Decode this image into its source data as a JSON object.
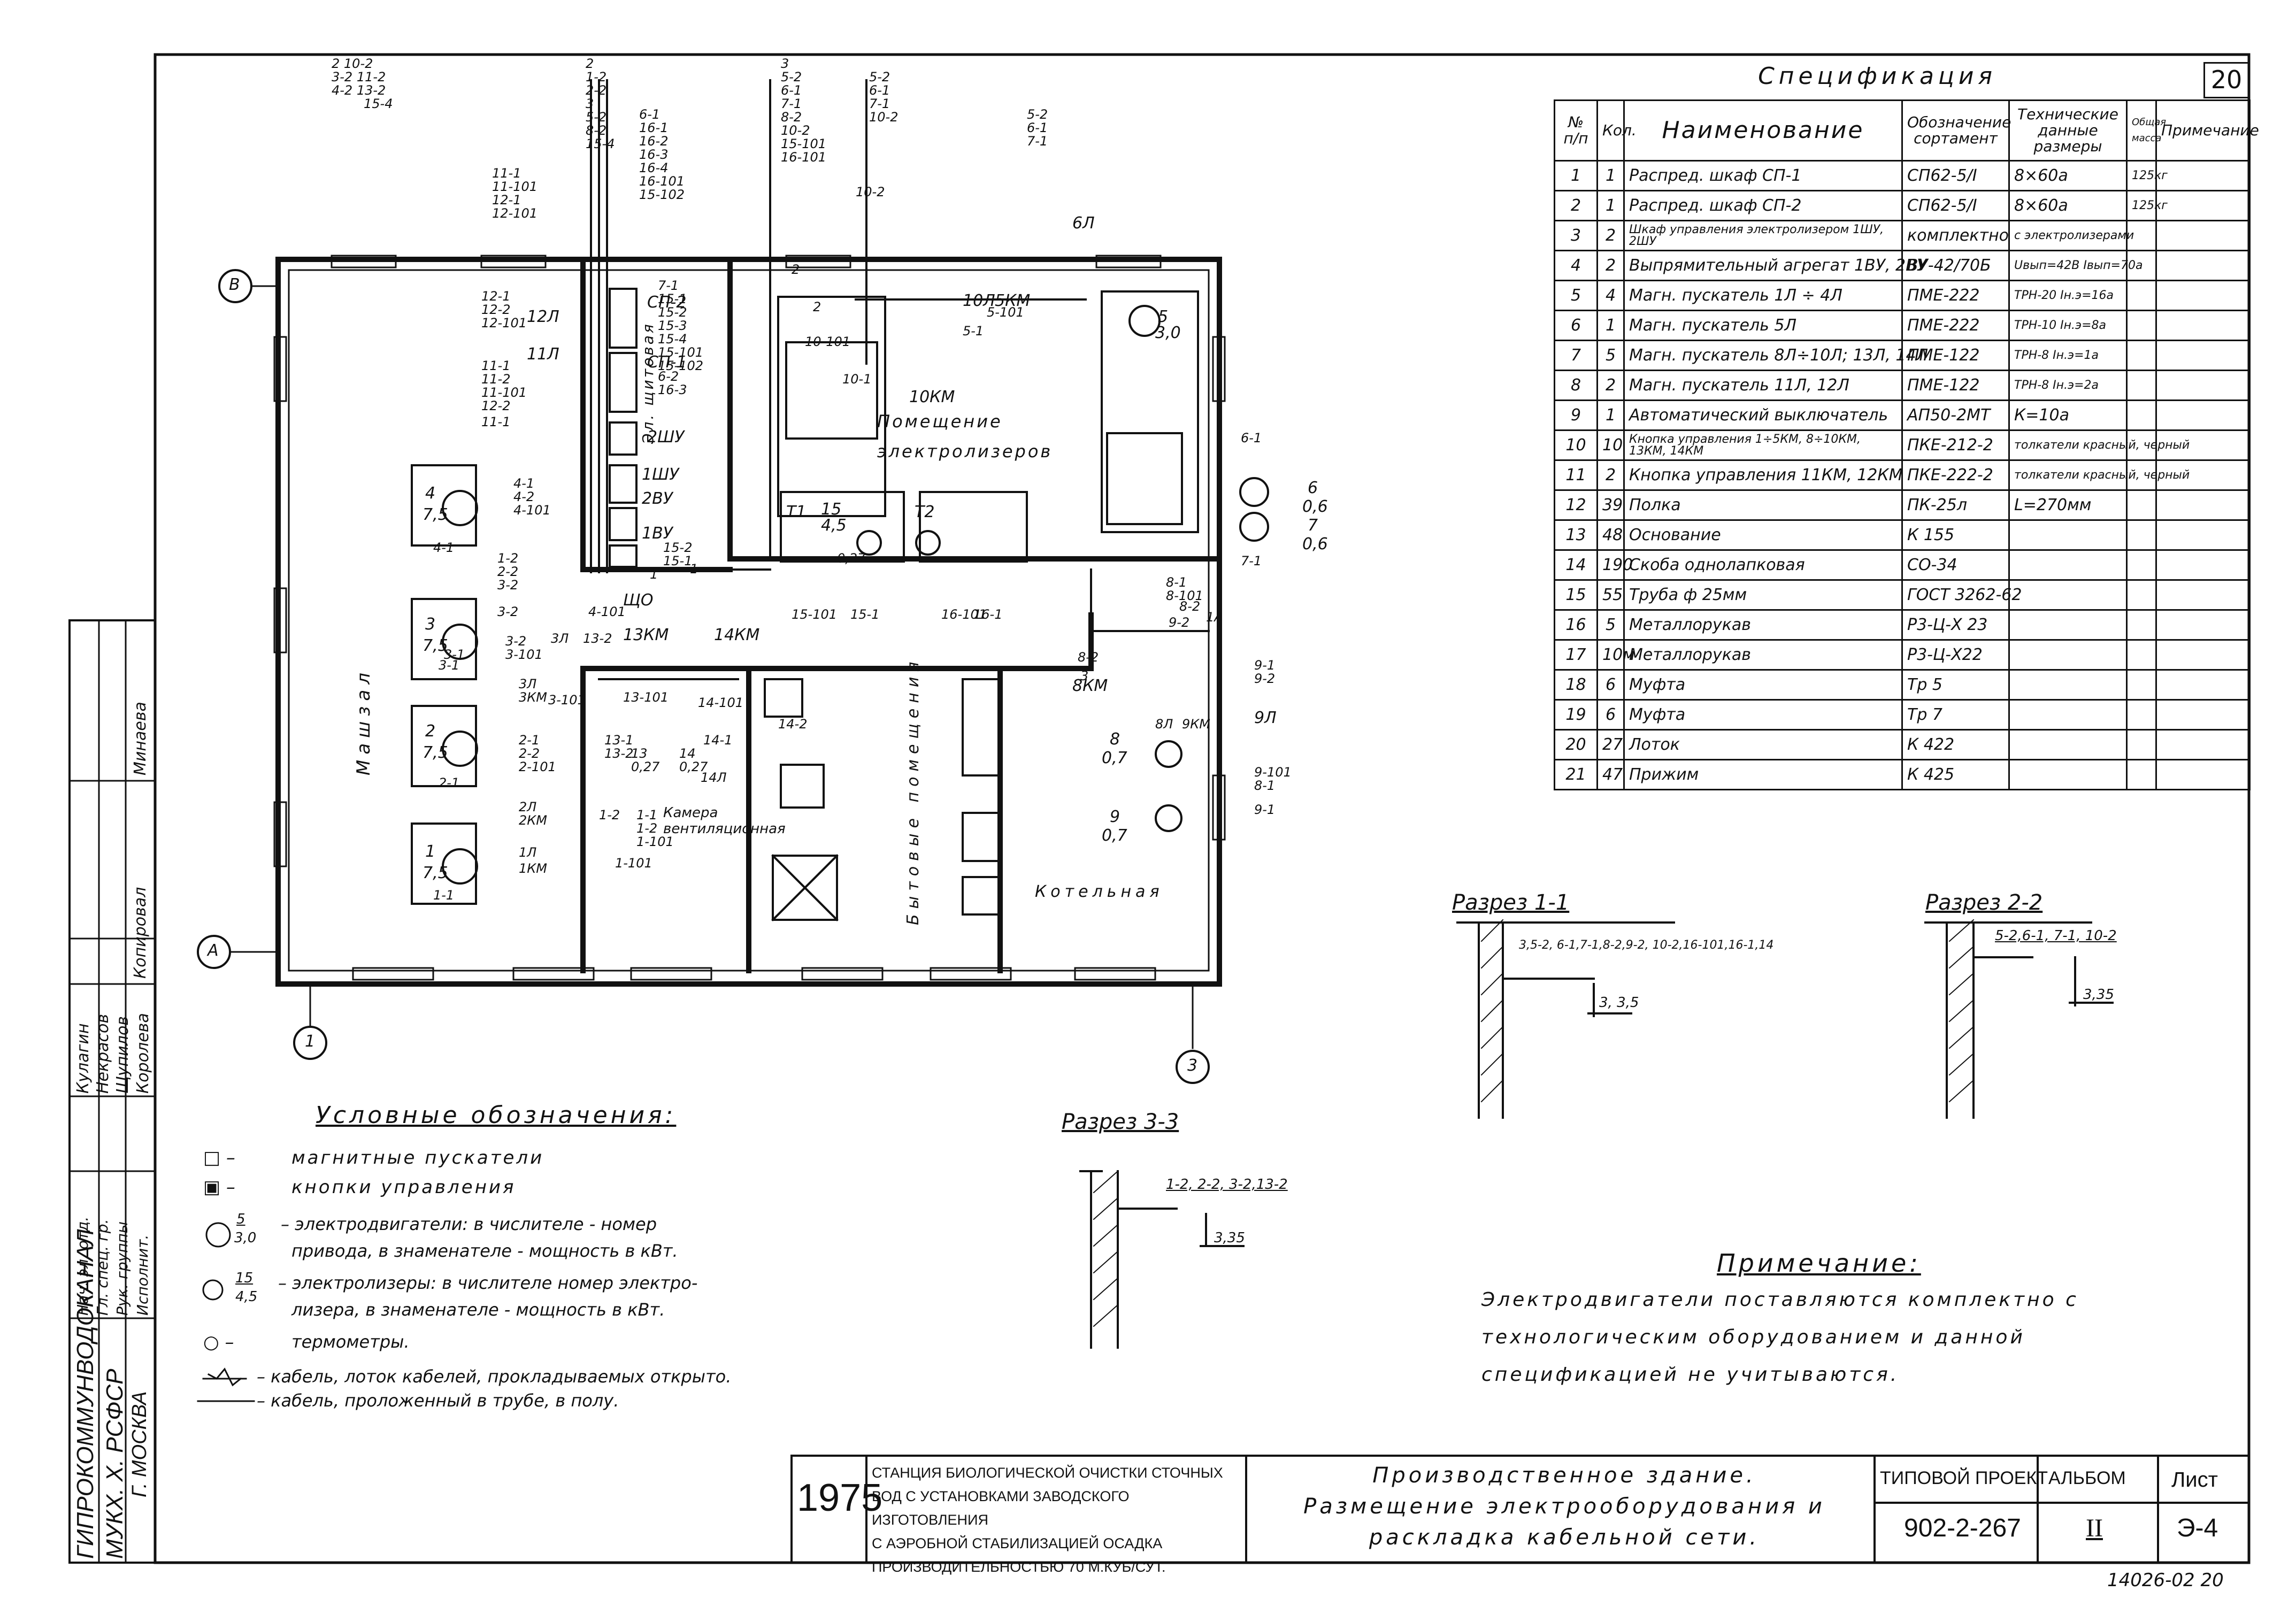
{
  "spec": {
    "title": "Спецификация",
    "sheet_no": "20",
    "headers": {
      "no": "№ п/п",
      "qty": "Кол.",
      "name": "Наименование",
      "designation": "Обозначение сортамент",
      "tech": "Технические данные размеры",
      "mass": "Общая масса",
      "note": "Примечание"
    },
    "rows": [
      {
        "no": "1",
        "qty": "1",
        "name": "Распред. шкаф СП-1",
        "des": "СП62-5/I",
        "tech": "8×60а",
        "mass": "125кг",
        "note": ""
      },
      {
        "no": "2",
        "qty": "1",
        "name": "Распред. шкаф СП-2",
        "des": "СП62-5/I",
        "tech": "8×60а",
        "mass": "125кг",
        "note": ""
      },
      {
        "no": "3",
        "qty": "2",
        "name": "Шкаф управления электролизером 1ШУ, 2ШУ",
        "des": "комплектно",
        "tech": "с электролизерами",
        "mass": "",
        "note": ""
      },
      {
        "no": "4",
        "qty": "2",
        "name": "Выпрямительный агрегат 1ВУ, 2ВУ",
        "des": "ВУ-42/70Б",
        "tech": "Uвып=42В Iвып=70а",
        "mass": "",
        "note": ""
      },
      {
        "no": "5",
        "qty": "4",
        "name": "Магн. пускатель 1Л ÷ 4Л",
        "des": "ПМЕ-222",
        "tech": "ТРН-20 Iн.э=16а",
        "mass": "",
        "note": ""
      },
      {
        "no": "6",
        "qty": "1",
        "name": "Магн. пускатель 5Л",
        "des": "ПМЕ-222",
        "tech": "ТРН-10 Iн.э=8а",
        "mass": "",
        "note": ""
      },
      {
        "no": "7",
        "qty": "5",
        "name": "Магн. пускатель 8Л÷10Л; 13Л, 14Л",
        "des": "ПМЕ-122",
        "tech": "ТРН-8 Iн.э=1а",
        "mass": "",
        "note": ""
      },
      {
        "no": "8",
        "qty": "2",
        "name": "Магн. пускатель 11Л, 12Л",
        "des": "ПМЕ-122",
        "tech": "ТРН-8 Iн.э=2а",
        "mass": "",
        "note": ""
      },
      {
        "no": "9",
        "qty": "1",
        "name": "Автоматический выключатель",
        "des": "АП50-2МТ",
        "tech": "К=10а",
        "mass": "",
        "note": ""
      },
      {
        "no": "10",
        "qty": "10",
        "name": "Кнопка управления 1÷5КМ, 8÷10КМ, 13КМ, 14КМ",
        "des": "ПКЕ-212-2",
        "tech": "толкатели красный, черный",
        "mass": "",
        "note": ""
      },
      {
        "no": "11",
        "qty": "2",
        "name": "Кнопка управления 11КМ, 12КМ",
        "des": "ПКЕ-222-2",
        "tech": "толкатели красный, черный",
        "mass": "",
        "note": ""
      },
      {
        "no": "12",
        "qty": "39",
        "name": "Полка",
        "des": "ПК-25л",
        "tech": "L=270мм",
        "mass": "",
        "note": ""
      },
      {
        "no": "13",
        "qty": "48",
        "name": "Основание",
        "des": "К 155",
        "tech": "",
        "mass": "",
        "note": ""
      },
      {
        "no": "14",
        "qty": "190",
        "name": "Скоба однолапковая",
        "des": "СО-34",
        "tech": "",
        "mass": "",
        "note": ""
      },
      {
        "no": "15",
        "qty": "55",
        "name": "Труба ф 25мм",
        "des": "ГОСТ 3262-62",
        "tech": "",
        "mass": "",
        "note": ""
      },
      {
        "no": "16",
        "qty": "5",
        "name": "Металлорукав",
        "des": "Р3-Ц-Х 23",
        "tech": "",
        "mass": "",
        "note": ""
      },
      {
        "no": "17",
        "qty": "10м",
        "name": "Металлорукав",
        "des": "Р3-Ц-Х22",
        "tech": "",
        "mass": "",
        "note": ""
      },
      {
        "no": "18",
        "qty": "6",
        "name": "Муфта",
        "des": "Тр 5",
        "tech": "",
        "mass": "",
        "note": ""
      },
      {
        "no": "19",
        "qty": "6",
        "name": "Муфта",
        "des": "Тр 7",
        "tech": "",
        "mass": "",
        "note": ""
      },
      {
        "no": "20",
        "qty": "27",
        "name": "Лоток",
        "des": "К 422",
        "tech": "",
        "mass": "",
        "note": ""
      },
      {
        "no": "21",
        "qty": "47",
        "name": "Прижим",
        "des": "К 425",
        "tech": "",
        "mass": "",
        "note": ""
      }
    ]
  },
  "plan": {
    "axes": {
      "b": "В",
      "a": "А",
      "one": "1",
      "three": "3"
    },
    "rooms": {
      "mashzal": "Машзал",
      "electrolyzers": "Помещение электролизеров",
      "shchit": "Эл. щитовая",
      "byt": "Бытовые помещения",
      "kotel": "Котельная",
      "vent": "Камера вентиляционная"
    },
    "equip": {
      "sp2": "СП-2",
      "sp1": "СП-1",
      "shu2": "2ШУ",
      "shu1": "1ШУ",
      "vu2": "2ВУ",
      "vu1": "1ВУ",
      "shch": "ЩО",
      "m4": "4",
      "m4k": "7,5",
      "m3": "3",
      "m3k": "7,5",
      "m2": "2",
      "m2k": "7,5",
      "m1": "1",
      "m1k": "7,5",
      "m5": "5",
      "m5k": "3,0",
      "m6": "6",
      "m6k": "0,6",
      "m7": "7",
      "m7k": "0,6",
      "m8": "8",
      "m8k": "0,7",
      "m9": "9",
      "m9k": "0,7",
      "e15": "15",
      "e15k": "4,5",
      "t1": "Т1",
      "t2": "Т2",
      "km5": "5КМ",
      "l10": "10Л",
      "km10": "10КМ",
      "km13": "13КМ",
      "km14": "14КМ",
      "km8": "8КМ",
      "l9": "9Л",
      "sl": "6Л",
      "l12": "12Л",
      "l11": "11Л"
    },
    "cable_labels": [
      "2 10-2",
      "3-2 11-2",
      "4-2 13-2",
      "15-4",
      "2",
      "1-2",
      "2-2",
      "3",
      "5-2",
      "8-2",
      "15-4",
      "6-1",
      "16-1",
      "16-2",
      "16-3",
      "16-4",
      "16-101",
      "15-102",
      "3",
      "5-2",
      "6-1",
      "7-1",
      "8-2",
      "10-2",
      "15-101",
      "16-101",
      "5-2",
      "6-1",
      "7-1",
      "10-2",
      "5-2",
      "6-1",
      "7-1",
      "11-1",
      "11-101",
      "12-1",
      "12-101",
      "12-1",
      "12-2",
      "12-101",
      "11-1",
      "11-2",
      "11-101",
      "12-2",
      "11-1",
      "7-1",
      "15-1",
      "15-2",
      "15-3",
      "15-4",
      "15-101",
      "15-102",
      "6-2",
      "16-3",
      "15-2",
      "15-1",
      "4-1",
      "4-2",
      "4-101",
      "4-1",
      "1-2",
      "2-2",
      "3-2",
      "3-2",
      "13-2",
      "4-101",
      "3Л",
      "3-1",
      "3-2",
      "3-101",
      "3-1",
      "3Л",
      "3КМ",
      "3-101",
      "2-1",
      "2-2",
      "2-101",
      "2-1",
      "2Л",
      "2КМ",
      "1Л",
      "1КМ",
      "1-1",
      "1-2",
      "1-1",
      "1-2",
      "1-101",
      "1-101",
      "13-101",
      "14-101",
      "14-2",
      "13-1",
      "13-2",
      "13",
      "0,27",
      "14",
      "0,27",
      "14-1",
      "14Л",
      "15-101",
      "15-1",
      "16-101",
      "16-1",
      "8-2",
      "3",
      "8-1",
      "8-101",
      "8-2",
      "9-2",
      "1А",
      "9-1",
      "9-2",
      "9-101",
      "8-1",
      "9-1",
      "8Л",
      "9КМ",
      "10-101",
      "10-1",
      "10-2",
      "5-101",
      "5-1",
      "2",
      "2",
      "6-1",
      "7-1",
      "1",
      "1",
      "0,27"
    ]
  },
  "sections": {
    "s11": {
      "title": "Разрез 1-1",
      "cables": "3,5-2, 6-1,7-1,8-2,9-2, 10-2,16-101,16-1,14",
      "elev": "3, 3,5"
    },
    "s22": {
      "title": "Разрез 2-2",
      "cables": "5-2,6-1, 7-1, 10-2",
      "elev": "3,35"
    },
    "s33": {
      "title": "Разрез 3-3",
      "cables": "1-2, 2-2, 3-2,13-2",
      "elev": "3,35"
    }
  },
  "legend": {
    "title": "Условные обозначения:",
    "items": [
      {
        "sym": "□ –",
        "text": "магнитные пускатели"
      },
      {
        "sym": "▣ –",
        "text": "кнопки управления"
      },
      {
        "sym": "",
        "text": "– электродвигатели: в числителе - номер"
      },
      {
        "sym": "",
        "text": "привода, в знаменателе - мощность в кВт."
      },
      {
        "sym": "",
        "text": "– электролизеры: в числителе номер электро-"
      },
      {
        "sym": "",
        "text": "лизера, в знаменателе - мощность в кВт."
      },
      {
        "sym": "○ –",
        "text": "термометры."
      },
      {
        "sym": "",
        "text": "– кабель, лоток кабелей, прокладываемых открыто."
      },
      {
        "sym": "",
        "text": "– кабель, проложенный в трубе, в полу."
      }
    ],
    "motor_num": "5",
    "motor_kw": "3,0",
    "el_num": "15",
    "el_kw": "4,5"
  },
  "note": {
    "title": "Примечание:",
    "lines": [
      "Электродвигатели поставляются комплектно с",
      "технологическим оборудованием и данной",
      "спецификацией не учитываются."
    ]
  },
  "title_block": {
    "year": "1975",
    "station": [
      "СТАНЦИЯ БИОЛОГИЧЕСКОЙ ОЧИСТКИ СТОЧНЫХ",
      "ВОД С УСТАНОВКАМИ ЗАВОДСКОГО ИЗГОТОВЛЕНИЯ",
      "С АЭРОБНОЙ СТАБИЛИЗАЦИЕЙ ОСАДКА",
      "ПРОИЗВОДИТЕЛЬНОСТЬЮ 70 М.КУБ/СУТ."
    ],
    "drawing": [
      "Производственное здание.",
      "Размещение электрооборудования и",
      "раскладка кабельной сети."
    ],
    "proj_label": "ТИПОВОЙ ПРОЕКТ",
    "proj_no": "902-2-267",
    "album_label": "АЛЬБОМ",
    "album_no": "II",
    "sheet_label": "Лист",
    "sheet_no": "Э-4",
    "footer": "14026-02   20"
  },
  "stamp": {
    "org1": "ГИПРОКОММУНВОДОКАНАЛ",
    "org2": "МУКХ. Х. РСФСР",
    "org3": "Г. МОСКВА",
    "roles": [
      "Нач. эл. отд.",
      "Гл. спец. гр.",
      "Рук. группы",
      "Исполнит."
    ],
    "names": [
      "Кулагин",
      "Некрасов",
      "Щупилов",
      "Королева"
    ],
    "copy": "Копировал",
    "copyname": "Минаева"
  }
}
